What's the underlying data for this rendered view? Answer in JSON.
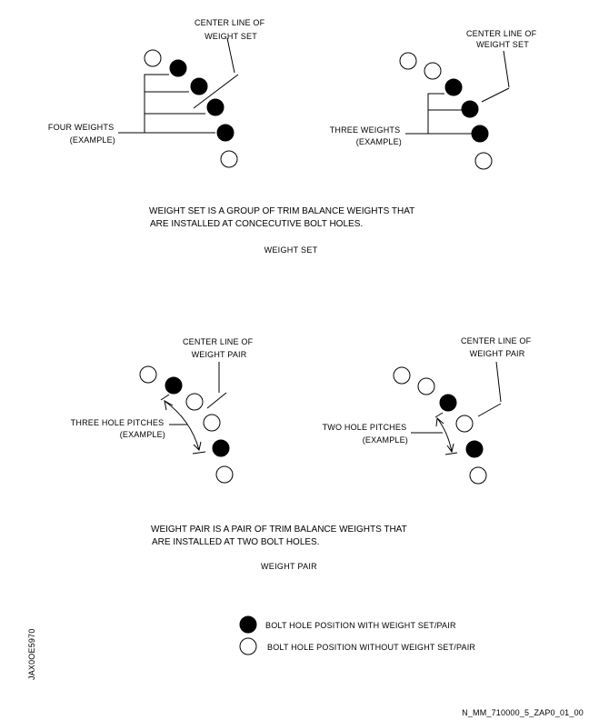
{
  "weight_set": {
    "left": {
      "center_line_label": [
        "CENTER LINE OF",
        "WEIGHT SET"
      ],
      "example_label": [
        "FOUR WEIGHTS",
        "(EXAMPLE)"
      ]
    },
    "right": {
      "center_line_label": [
        "CENTER LINE OF",
        "WEIGHT SET"
      ],
      "example_label": [
        "THREE WEIGHTS",
        "(EXAMPLE)"
      ]
    },
    "description": [
      "WEIGHT SET IS A GROUP OF TRIM BALANCE WEIGHTS THAT",
      "ARE INSTALLED AT CONCECUTIVE BOLT HOLES."
    ],
    "caption": "WEIGHT SET"
  },
  "weight_pair": {
    "left": {
      "center_line_label": [
        "CENTER LINE OF",
        "WEIGHT PAIR"
      ],
      "example_label": [
        "THREE HOLE PITCHES",
        "(EXAMPLE)"
      ]
    },
    "right": {
      "center_line_label": [
        "CENTER LINE OF",
        "WEIGHT PAIR"
      ],
      "example_label": [
        "TWO HOLE PITCHES",
        "(EXAMPLE)"
      ]
    },
    "description": [
      "WEIGHT PAIR IS A PAIR OF TRIM BALANCE WEIGHTS THAT",
      "ARE INSTALLED AT TWO BOLT HOLES."
    ],
    "caption": "WEIGHT PAIR"
  },
  "legend": {
    "filled": "BOLT HOLE POSITION WITH WEIGHT SET/PAIR",
    "open": "BOLT HOLE POSITION WITHOUT WEIGHT SET/PAIR"
  },
  "side_id": "JAX0OE5970",
  "figure_id": "N_MM_710000_5_ZAP0_01_00"
}
